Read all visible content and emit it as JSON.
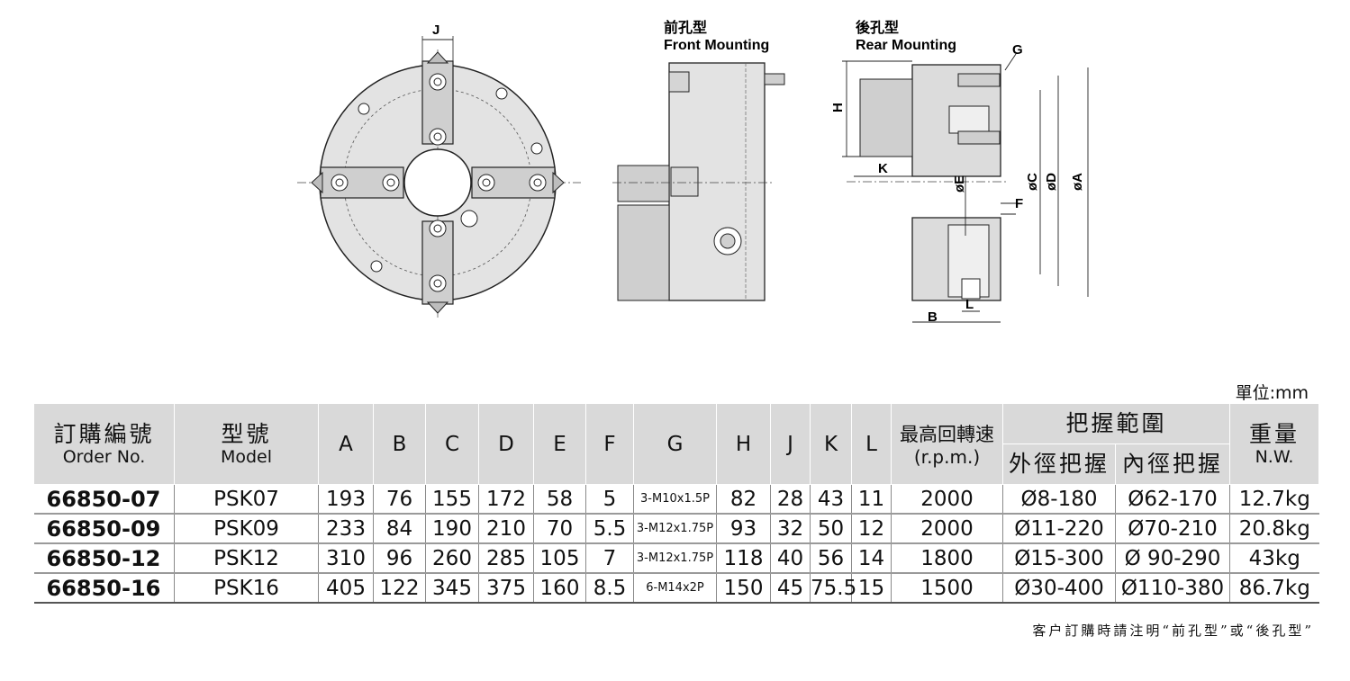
{
  "drawing": {
    "front_view_label_zh": "前孔型",
    "front_view_label_en": "Front Mounting",
    "rear_view_label_zh": "後孔型",
    "rear_view_label_en": "Rear Mounting",
    "dim_labels": {
      "J": "J",
      "G": "G",
      "H": "H",
      "K": "K",
      "E": "øE",
      "C": "øC",
      "D": "øD",
      "A": "øA",
      "F": "F",
      "B": "B",
      "L": "L"
    }
  },
  "unit_label": "單位:mm",
  "table": {
    "order_no_zh": "訂購編號",
    "order_no_en": "Order No.",
    "model_zh": "型號",
    "model_en": "Model",
    "dim_headers": [
      "A",
      "B",
      "C",
      "D",
      "E",
      "F",
      "G",
      "H",
      "J",
      "K",
      "L"
    ],
    "rpm_zh": "最高回轉速",
    "rpm_en": "(r.p.m.)",
    "grip_zh": "把握範圍",
    "outer_grip_zh": "外徑把握",
    "inner_grip_zh": "內徑把握",
    "weight_zh": "重量",
    "weight_en": "N.W.",
    "rows": [
      {
        "order_no": "66850-07",
        "model": "PSK07",
        "A": "193",
        "B": "76",
        "C": "155",
        "D": "172",
        "E": "58",
        "F": "5",
        "G": "3-M10x1.5P",
        "H": "82",
        "J": "28",
        "K": "43",
        "L": "11",
        "rpm": "2000",
        "outer": "Ø8-180",
        "inner": "Ø62-170",
        "weight": "12.7kg"
      },
      {
        "order_no": "66850-09",
        "model": "PSK09",
        "A": "233",
        "B": "84",
        "C": "190",
        "D": "210",
        "E": "70",
        "F": "5.5",
        "G": "3-M12x1.75P",
        "H": "93",
        "J": "32",
        "K": "50",
        "L": "12",
        "rpm": "2000",
        "outer": "Ø11-220",
        "inner": "Ø70-210",
        "weight": "20.8kg"
      },
      {
        "order_no": "66850-12",
        "model": "PSK12",
        "A": "310",
        "B": "96",
        "C": "260",
        "D": "285",
        "E": "105",
        "F": "7",
        "G": "3-M12x1.75P",
        "H": "118",
        "J": "40",
        "K": "56",
        "L": "14",
        "rpm": "1800",
        "outer": "Ø15-300",
        "inner": "Ø 90-290",
        "weight": "43kg"
      },
      {
        "order_no": "66850-16",
        "model": "PSK16",
        "A": "405",
        "B": "122",
        "C": "345",
        "D": "375",
        "E": "160",
        "F": "8.5",
        "G": "6-M14x2P",
        "H": "150",
        "J": "45",
        "K": "75.5",
        "L": "15",
        "rpm": "1500",
        "outer": "Ø30-400",
        "inner": "Ø110-380",
        "weight": "86.7kg"
      }
    ]
  },
  "footer_note": "客户訂購時請注明“前孔型”或“後孔型”"
}
